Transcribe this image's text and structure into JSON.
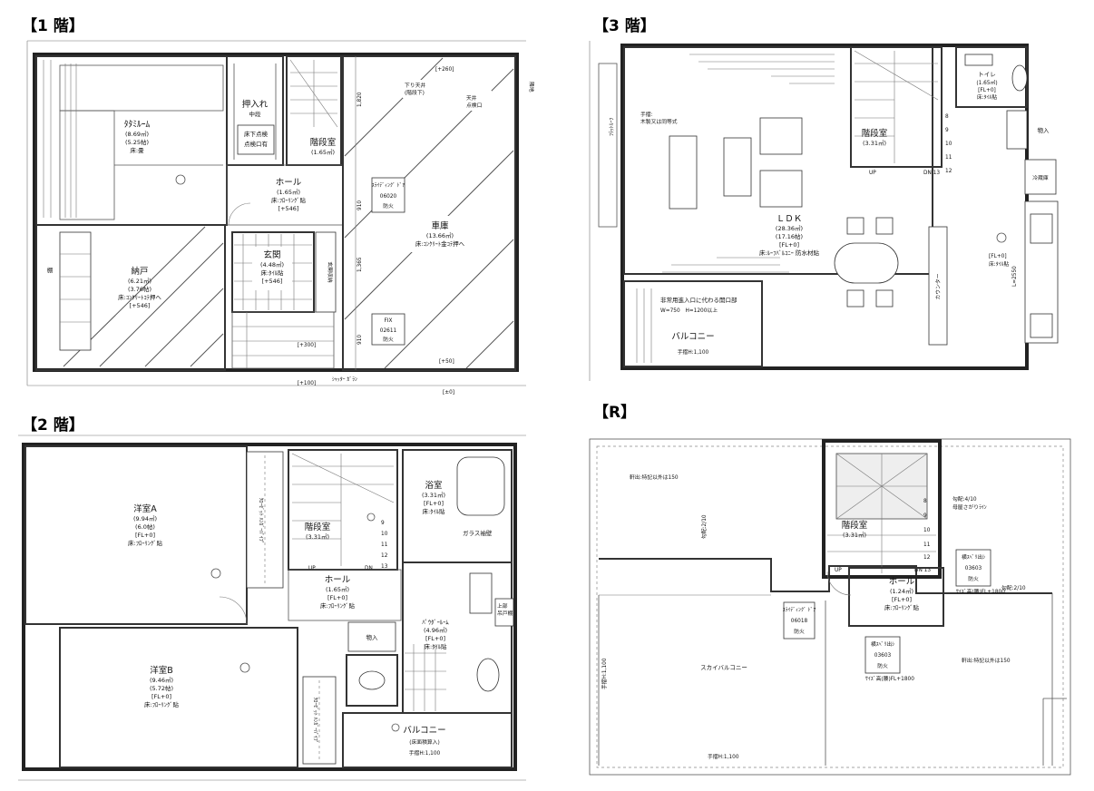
{
  "floor1": {
    "title": "【1 階】",
    "washitsu": {
      "name": "ﾀﾀﾐﾙｰﾑ",
      "l1": "(8.69㎡)",
      "l2": "(5.25帖)",
      "l3": "床:畳"
    },
    "oshiire": {
      "name": "押入れ",
      "l1": "中段"
    },
    "bunpu": {
      "l1": "床下点検",
      "l2": "点検口有"
    },
    "stairs": {
      "name": "階段室",
      "l1": "(1.65㎡)"
    },
    "hall": {
      "name": "ホール",
      "l1": "(1.65㎡)",
      "l2": "床:ﾌﾛｰﾘﾝｸﾞ貼",
      "l3": "[+546]"
    },
    "nando": {
      "name": "納戸",
      "l1": "(6.21㎡)",
      "l2": "(3.76帖)",
      "l3": "床:ｺﾝｸﾘｰﾄｺﾃ押へ",
      "l4": "[+546]"
    },
    "genkan": {
      "name": "玄関",
      "l1": "(4.48㎡)",
      "l2": "床:ﾀｲﾙ貼",
      "l3": "[+546]"
    },
    "genkanStorage": "玄関収納",
    "shako": {
      "name": "車庫",
      "l1": "(13.66㎡)",
      "l2": "床:ｺﾝｸﾘｰﾄ金ｺﾃ押へ"
    },
    "hiyoke": "下り天井\n(階段下)",
    "tenjo": "天井\n点検口",
    "slide": {
      "name": "ｽﾗｲﾃﾞｨﾝｸﾞ ﾄﾞｱ",
      "code": "06020",
      "sub": "防火"
    },
    "fix": {
      "name": "FIX",
      "code": "02611",
      "sub": "防火"
    },
    "closet": "棚",
    "shutter": "ｼｬｯﾀｰ ｶﾞﾗﾝ",
    "lvPlus260": "[+260]",
    "lvPlus300": "[+300]",
    "lvPlus100": "[+100]",
    "lvPlus50": "[+50]",
    "lvZero": "[±0]",
    "dim1": "1,820",
    "dim2": "910",
    "dim3": "1,365",
    "dim4": "910",
    "boundaryLabel": "隣地"
  },
  "floor2": {
    "title": "【2 階】",
    "youA": {
      "name": "洋室A",
      "l1": "(9.94㎡)",
      "l2": "(6.0帖)",
      "l3": "[FL+0]",
      "l4": "床:ﾌﾛｰﾘﾝｸﾞ貼"
    },
    "youB": {
      "name": "洋室B",
      "l1": "(9.46㎡)",
      "l2": "(5.72帖)",
      "l3": "[FL+0]",
      "l4": "床:ﾌﾛｰﾘﾝｸﾞ貼"
    },
    "closetA": "ｸﾛｰｾﾞｯﾄ ﾊﾝｶﾞｰﾊﾟｲﾌﾟ",
    "closetB": "ｸﾛｰｾﾞｯﾄ ﾊﾝｶﾞｰﾊﾟｲﾌﾟ",
    "stairs": {
      "name": "階段室",
      "l1": "(3.31㎡)"
    },
    "bath": {
      "name": "浴室",
      "l1": "(3.31㎡)",
      "l2": "[FL+0]",
      "l3": "床:ﾀｲﾙ貼"
    },
    "glass": "ガラス袖壁",
    "hall": {
      "name": "ホール",
      "l1": "(1.65㎡)",
      "l2": "[FL+0]",
      "l3": "床:ﾌﾛｰﾘﾝｸﾞ貼"
    },
    "monoire": "物入",
    "powder": {
      "name": "ﾊﾟｳﾀﾞｰﾙｰﾑ",
      "l1": "(4.96㎡)",
      "l2": "[FL+0]",
      "l3": "床:ﾀｲﾙ貼"
    },
    "upper": "上部\n吊戸棚",
    "balcony": {
      "name": "バルコニー",
      "l1": "(床面積算入)",
      "l2": "手摺H:1,100"
    },
    "stepNums": [
      "9",
      "10",
      "11",
      "12",
      "13"
    ],
    "up": "UP",
    "dn": "DN"
  },
  "floor3": {
    "title": "【3 階】",
    "ldk": {
      "name": "ＬＤＫ",
      "l1": "(28.36㎡)",
      "l2": "(17.16帖)",
      "l3": "[FL+0]",
      "l4": "床:ﾙｰﾌﾊﾞﾙｺﾆｰ 防水材貼"
    },
    "toilet": {
      "name": "トイレ",
      "l1": "(1.65㎡)",
      "l2": "[FL+0]",
      "l3": "床:ﾀｲﾙ貼"
    },
    "monoire": "物入",
    "stairs": {
      "name": "階段室",
      "l1": "(3.31㎡)"
    },
    "counter": "カウンター",
    "kitchen": {
      "l1": "[FL+0]",
      "l2": "床:ﾀｲﾙ貼"
    },
    "fridge": "冷蔵庫",
    "handrail": "手摺:\n木製又は同等式",
    "note": "非常用進入口に代わる開口部",
    "noteSize": "W=750　H=1200以上",
    "balcony": {
      "name": "バルコニー",
      "l1": "手摺H:1,100"
    },
    "rail": "ﾌﾗｯﾄﾙｰﾌ",
    "dim": "L=2550",
    "stepNums": [
      "8",
      "9",
      "10",
      "11",
      "12"
    ],
    "up": "UP",
    "dn": "DN 13"
  },
  "roof": {
    "title": "【R】",
    "stairs": {
      "name": "階段室",
      "l1": "(3.31㎡)"
    },
    "hall": {
      "name": "ホール",
      "l1": "(1.24㎡)",
      "l2": "[FL+0]",
      "l3": "床:ﾌﾛｰﾘﾝｸﾞ貼"
    },
    "note1": "軒出:特記以外は150",
    "note2": "軒出:特記以外は150",
    "slope1": "勾配:2/10",
    "slope2": "勾配:4/10",
    "slope2b": "母屋さがりﾗｲﾝ",
    "slope3": "勾配:2/10",
    "skybal": "スカイバルコニー",
    "handrail": "手摺H:1,100",
    "handrailV": "手摺H:1,100",
    "door1": {
      "name": "ｽﾗｲﾃﾞｨﾝｸﾞ ﾄﾞｱ",
      "code": "06018",
      "sub": "防火"
    },
    "door2": {
      "name": "横ｽﾍﾞﾘ出ｼ",
      "code": "03603",
      "sub": "防火",
      "extra": "ｻｲｽﾞ高(腰)FL+1800"
    },
    "door3": {
      "name": "横ｽﾍﾞﾘ出ｼ",
      "code": "03603",
      "sub": "防火",
      "extra": "ｻｲｽﾞ高(腰)FL+1800"
    },
    "stepNums": [
      "8",
      "9",
      "10",
      "11",
      "12"
    ],
    "up": "UP",
    "dn": "DN 13"
  }
}
